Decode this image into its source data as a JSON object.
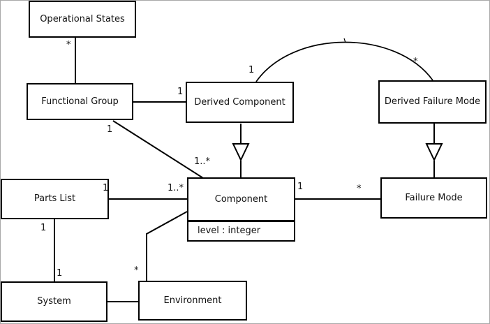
{
  "classes": [
    {
      "id": "operational-states",
      "name": "Operational States"
    },
    {
      "id": "functional-group",
      "name": "Functional Group"
    },
    {
      "id": "derived-component",
      "name": "Derived Component"
    },
    {
      "id": "derived-failure-mode",
      "name": "Derived Failure Mode"
    },
    {
      "id": "parts-list",
      "name": "Parts List"
    },
    {
      "id": "component",
      "name": "Component",
      "attributes": [
        "level : integer"
      ]
    },
    {
      "id": "failure-mode",
      "name": "Failure Mode"
    },
    {
      "id": "system",
      "name": "System"
    },
    {
      "id": "environment",
      "name": "Environment"
    }
  ],
  "associations": [
    {
      "from": "Functional Group",
      "to": "Operational States",
      "from_label": "",
      "to_label": "*"
    },
    {
      "from": "Functional Group",
      "to": "Derived Component",
      "from_label": "",
      "to_label": "1"
    },
    {
      "from": "Functional Group",
      "to": "Component",
      "from_label": "1",
      "to_label": "1..*"
    },
    {
      "from": "Derived Component",
      "to": "Derived Failure Mode",
      "from_label": "1",
      "to_label": "*",
      "shape": "arc"
    },
    {
      "from": "Parts List",
      "to": "Component",
      "from_label": "1",
      "to_label": "1..*"
    },
    {
      "from": "Component",
      "to": "Failure Mode",
      "from_label": "1",
      "to_label": "*"
    },
    {
      "from": "Parts List",
      "to": "System",
      "from_label": "1",
      "to_label": "1"
    },
    {
      "from": "System",
      "to": "Environment",
      "from_label": "",
      "to_label": ""
    },
    {
      "from": "Environment",
      "to": "Component",
      "from_label": "*",
      "to_label": ""
    }
  ],
  "generalizations": [
    {
      "child": "Derived Component",
      "parent": "Component"
    },
    {
      "child": "Derived Failure Mode",
      "parent": "Failure Mode"
    }
  ],
  "colors": {
    "line": "#000000",
    "box_fill": "#ffffff",
    "text": "#111111"
  }
}
